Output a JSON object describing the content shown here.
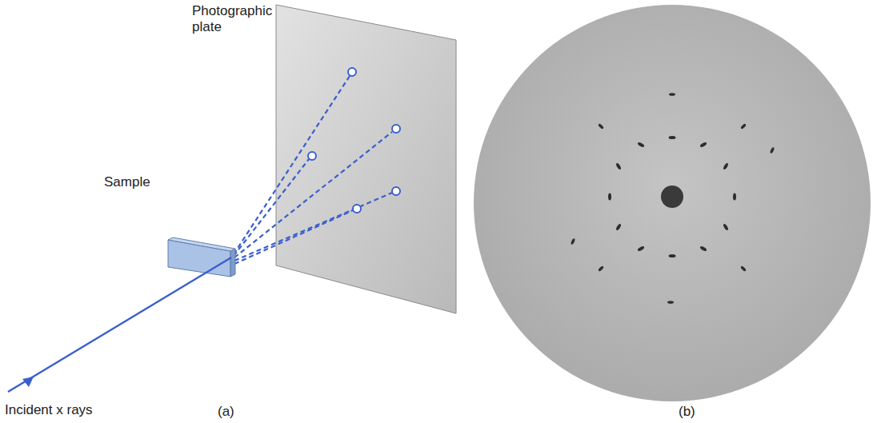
{
  "diagram": {
    "labels": [
      "Photographic plate",
      "Sample",
      "Incident x rays",
      "(a)",
      "(b)"
    ]
  }
}
